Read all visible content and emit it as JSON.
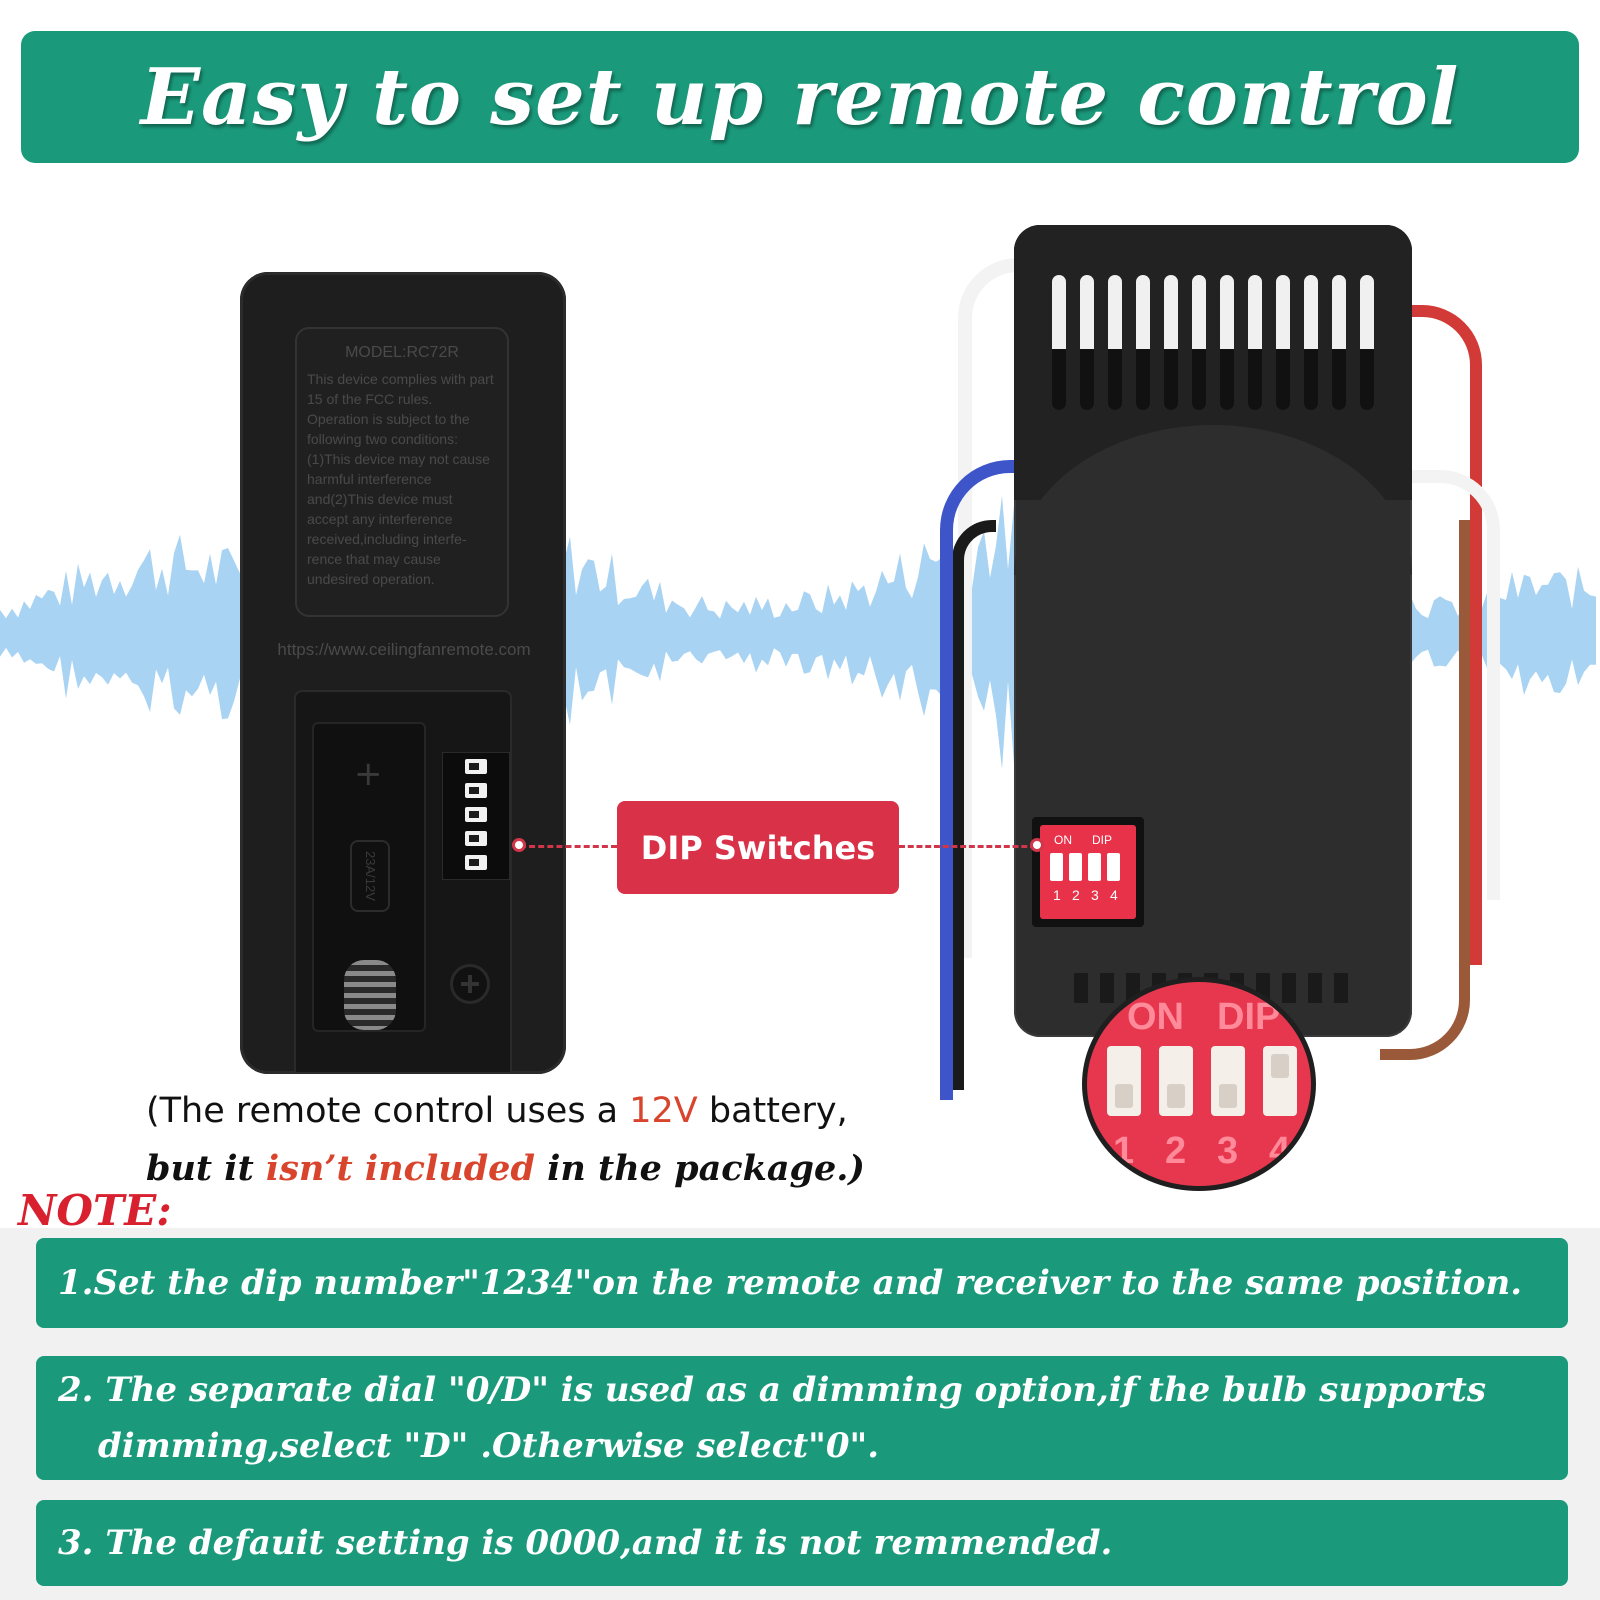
{
  "banner": {
    "title": "Easy to set up remote control"
  },
  "remote": {
    "label_model": "MODEL:RC72R",
    "label_text": "This device complies with part 15 of the FCC rules. Operation is subject to the following two conditions: (1)This device may not cause harmful interference and(2)This device must accept any interference received,including interfe-rence that may cause undesired operation.",
    "url": "https://www.ceilingfanremote.com",
    "battery_plus": "+",
    "battery_mark": "23A/12V"
  },
  "receiver": {
    "dip_on": "ON",
    "dip_label": "DIP",
    "dip_numbers": [
      "1",
      "2",
      "3",
      "4"
    ],
    "zoom_on": "ON",
    "zoom_dip": "DIP"
  },
  "callout": {
    "label": "DIP Switches"
  },
  "battery_note": {
    "line1_pre": "(The remote control uses a ",
    "line1_highlight": "12V",
    "line1_post": " battery,",
    "line2_pre": "but it ",
    "line2_highlight": "isn’t included",
    "line2_post": " in the package.)"
  },
  "notes": {
    "title": "NOTE:",
    "items": [
      "1.Set the dip number\"1234\"on the remote and receiver to the same position.",
      "2. The separate dial \"0/D\" is used as a dimming option,if the bulb supports",
      "dimming,select \"D\" .Otherwise select\"0\".",
      "3. The defauit setting is 0000,and it is not remmended."
    ]
  },
  "colors": {
    "teal": "#1a9a7b",
    "callout_red": "#d83148",
    "note_red": "#d8202e",
    "wave_blue": "#a9d3f2"
  }
}
